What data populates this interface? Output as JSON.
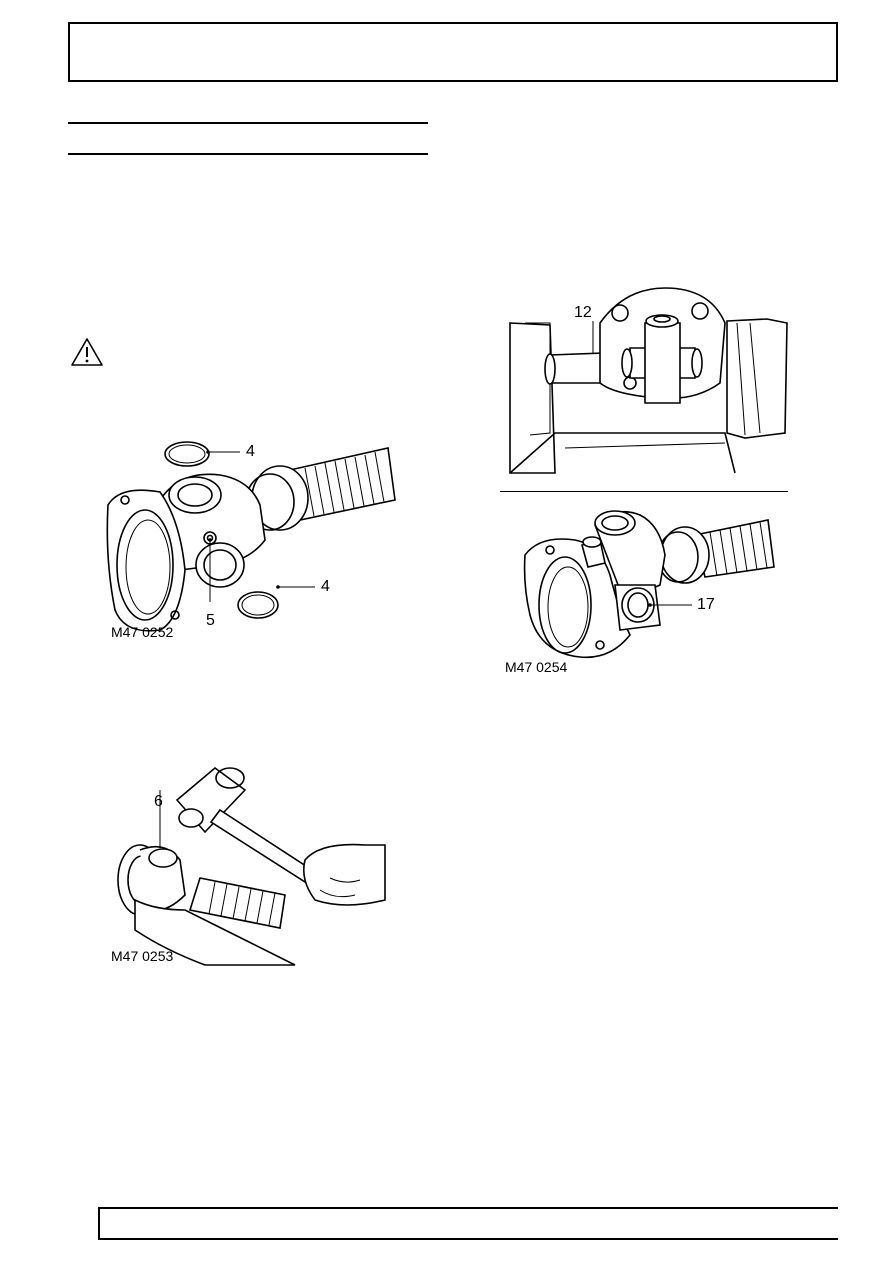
{
  "figures": {
    "fig1": {
      "code": "M47 0252",
      "callouts": [
        "4",
        "4",
        "5"
      ]
    },
    "fig2": {
      "code": "M47 0253",
      "callouts": [
        "6"
      ]
    },
    "fig3": {
      "callouts": [
        "12"
      ]
    },
    "fig4": {
      "code": "M47 0254",
      "callouts": [
        "17"
      ]
    }
  }
}
